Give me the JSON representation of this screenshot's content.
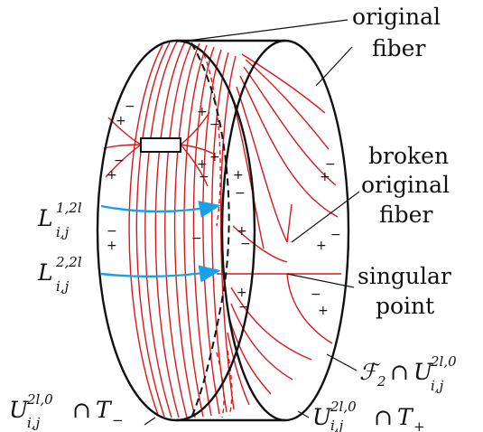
{
  "colors": {
    "fiber": "#d7191c",
    "arrow": "#1aa0e6",
    "outline": "#111111"
  },
  "labels": {
    "original_fiber_1": "original",
    "original_fiber_2": "fiber",
    "broken_1": "broken",
    "broken_2": "original",
    "broken_3": "fiber",
    "singular_1": "singular",
    "singular_2": "point",
    "cap": "∩"
  },
  "math": {
    "L1": {
      "base": "L",
      "sup": "1,2l",
      "sub": "i,j"
    },
    "L2": {
      "base": "L",
      "sup": "2,2l",
      "sub": "i,j"
    },
    "F2": {
      "base": "ℱ",
      "base_sub": "2",
      "U": "U",
      "sup": "2l,0",
      "sub": "i,j"
    },
    "Tminus": {
      "U": "U",
      "sup": "2l,0",
      "sub": "i,j",
      "T": "T",
      "T_sub": "−"
    },
    "Tplus": {
      "U": "U",
      "sup": "2l,0",
      "sub": "i,j",
      "T": "T",
      "T_sub": "+"
    }
  },
  "signs": {
    "plus": "+",
    "minus": "−"
  }
}
